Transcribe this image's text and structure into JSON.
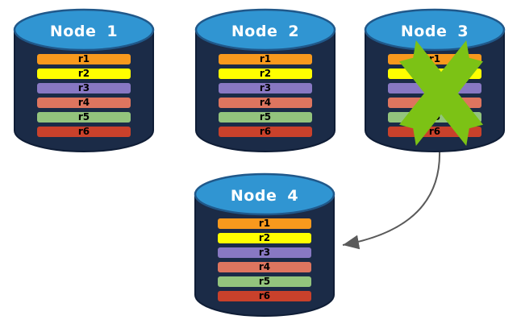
{
  "diagram": {
    "description": "Four database nodes each holding replicated rows r1-r6; Node 3 is crossed out (failed) and an arrow shows its data served by Node 4",
    "colors": {
      "cylinder_body": "#1B2B47",
      "cylinder_border": "#0F1D36",
      "cylinder_top": "#3095D2",
      "cylinder_top_border": "#20588A",
      "x_mark": "#7CC215",
      "arrow": "#5A5A5A",
      "title_text": "#FFFFFF",
      "row_text": "#000000"
    },
    "nodes": [
      {
        "title": "Node",
        "number": "1",
        "failed": false,
        "rows": [
          {
            "label": "r1",
            "color": "#F8991D"
          },
          {
            "label": "r2",
            "color": "#FFFF00"
          },
          {
            "label": "r3",
            "color": "#8878C3"
          },
          {
            "label": "r4",
            "color": "#DE755F"
          },
          {
            "label": "r5",
            "color": "#93C47D"
          },
          {
            "label": "r6",
            "color": "#C9412B"
          }
        ]
      },
      {
        "title": "Node",
        "number": "2",
        "failed": false,
        "rows": [
          {
            "label": "r1",
            "color": "#F8991D"
          },
          {
            "label": "r2",
            "color": "#FFFF00"
          },
          {
            "label": "r3",
            "color": "#8878C3"
          },
          {
            "label": "r4",
            "color": "#DE755F"
          },
          {
            "label": "r5",
            "color": "#93C47D"
          },
          {
            "label": "r6",
            "color": "#C9412B"
          }
        ]
      },
      {
        "title": "Node",
        "number": "3",
        "failed": true,
        "rows": [
          {
            "label": "r1",
            "color": "#F8991D"
          },
          {
            "label": "r2",
            "color": "#FFFF00"
          },
          {
            "label": "r3",
            "color": "#8878C3"
          },
          {
            "label": "r4",
            "color": "#DE755F"
          },
          {
            "label": "r5",
            "color": "#93C47D"
          },
          {
            "label": "r6",
            "color": "#C9412B"
          }
        ]
      },
      {
        "title": "Node",
        "number": "4",
        "failed": false,
        "rows": [
          {
            "label": "r1",
            "color": "#F8991D"
          },
          {
            "label": "r2",
            "color": "#FFFF00"
          },
          {
            "label": "r3",
            "color": "#8878C3"
          },
          {
            "label": "r4",
            "color": "#DE755F"
          },
          {
            "label": "r5",
            "color": "#93C47D"
          },
          {
            "label": "r6",
            "color": "#C9412B"
          }
        ]
      }
    ],
    "arrow": {
      "from": "node-3",
      "to": "node-4"
    }
  }
}
